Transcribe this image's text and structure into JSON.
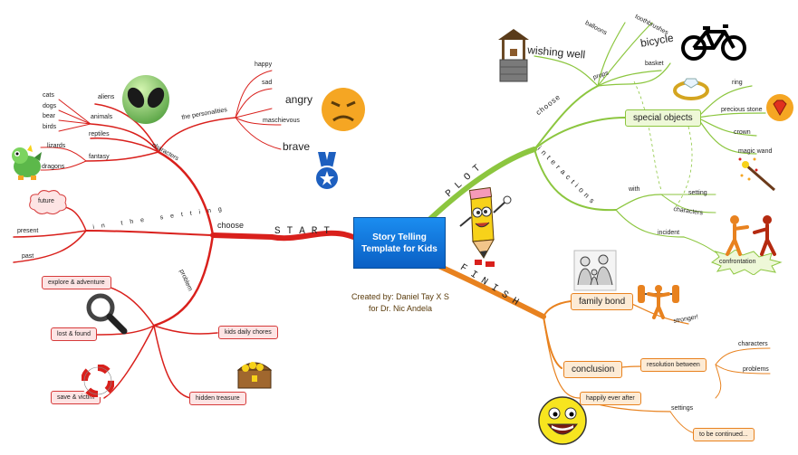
{
  "center": {
    "line1": "Story Telling",
    "line2": "Template for Kids"
  },
  "credits": {
    "line1": "Created by: Daniel Tay X S",
    "line2": "for Dr. Nic Andela"
  },
  "branches": {
    "start": "START",
    "plot": "PLOT",
    "finish": "FINISH"
  },
  "start": {
    "choose": "choose",
    "characters": "characters",
    "the_personalities": "the personalities",
    "personalities": {
      "happy": "happy",
      "sad": "sad",
      "angry": "angry",
      "maschievous": "maschievous",
      "brave": "brave"
    },
    "aliens": "aliens",
    "animals": "animals",
    "animal_items": [
      "cats",
      "dogs",
      "bear",
      "birds"
    ],
    "reptiles": "reptiles",
    "fantasy": "fantasy",
    "lizards": "lizards",
    "dragons": "dragons",
    "in_the_setting": "in the setting",
    "future": "future",
    "present": "present",
    "past": "past",
    "problem": "problem",
    "problems": {
      "explore": "explore & adventure",
      "lost": "lost & found",
      "chores": "kids daily chores",
      "save": "save & victim",
      "treasure": "hidden treasure"
    }
  },
  "plot": {
    "choose": "choose",
    "props": "props",
    "balloons": "balloons",
    "toothbrushes": "toothbrushes",
    "basket": "basket",
    "wishing_well": "wishing well",
    "bicycle": "bicycle",
    "special_objects": "special objects",
    "ring": "ring",
    "precious_stone": "precious stone",
    "crown": "crown",
    "magic_wand": "magic wand",
    "interactions": "interactions",
    "with": "with",
    "setting": "setting",
    "characters": "characters",
    "incident": "incident",
    "confrontation": "confrontation"
  },
  "finish": {
    "family_bond": "family bond",
    "stronger": "stronger!",
    "conclusion": "conclusion",
    "resolution_between": "resolution between",
    "characters": "characters",
    "problems": "problems",
    "happily_ever_after": "happily ever after",
    "settings": "settings",
    "to_be_continued": "to be continued..."
  },
  "colors": {
    "start": "#d9201c",
    "plot": "#8cc63f",
    "finish": "#e8821f",
    "center": "#1b7fe6"
  },
  "icons": [
    "alien-icon",
    "angry-face-icon",
    "medal-icon",
    "dragon-icon",
    "magnifier-icon",
    "lifebuoy-icon",
    "treasure-chest-icon",
    "pencil-mascot-icon",
    "wishing-well-icon",
    "bicycle-icon",
    "ring-icon",
    "gem-icon",
    "magic-wand-icon",
    "fighting-figures-icon",
    "family-icon",
    "weightlifter-icon",
    "smiley-icon"
  ]
}
